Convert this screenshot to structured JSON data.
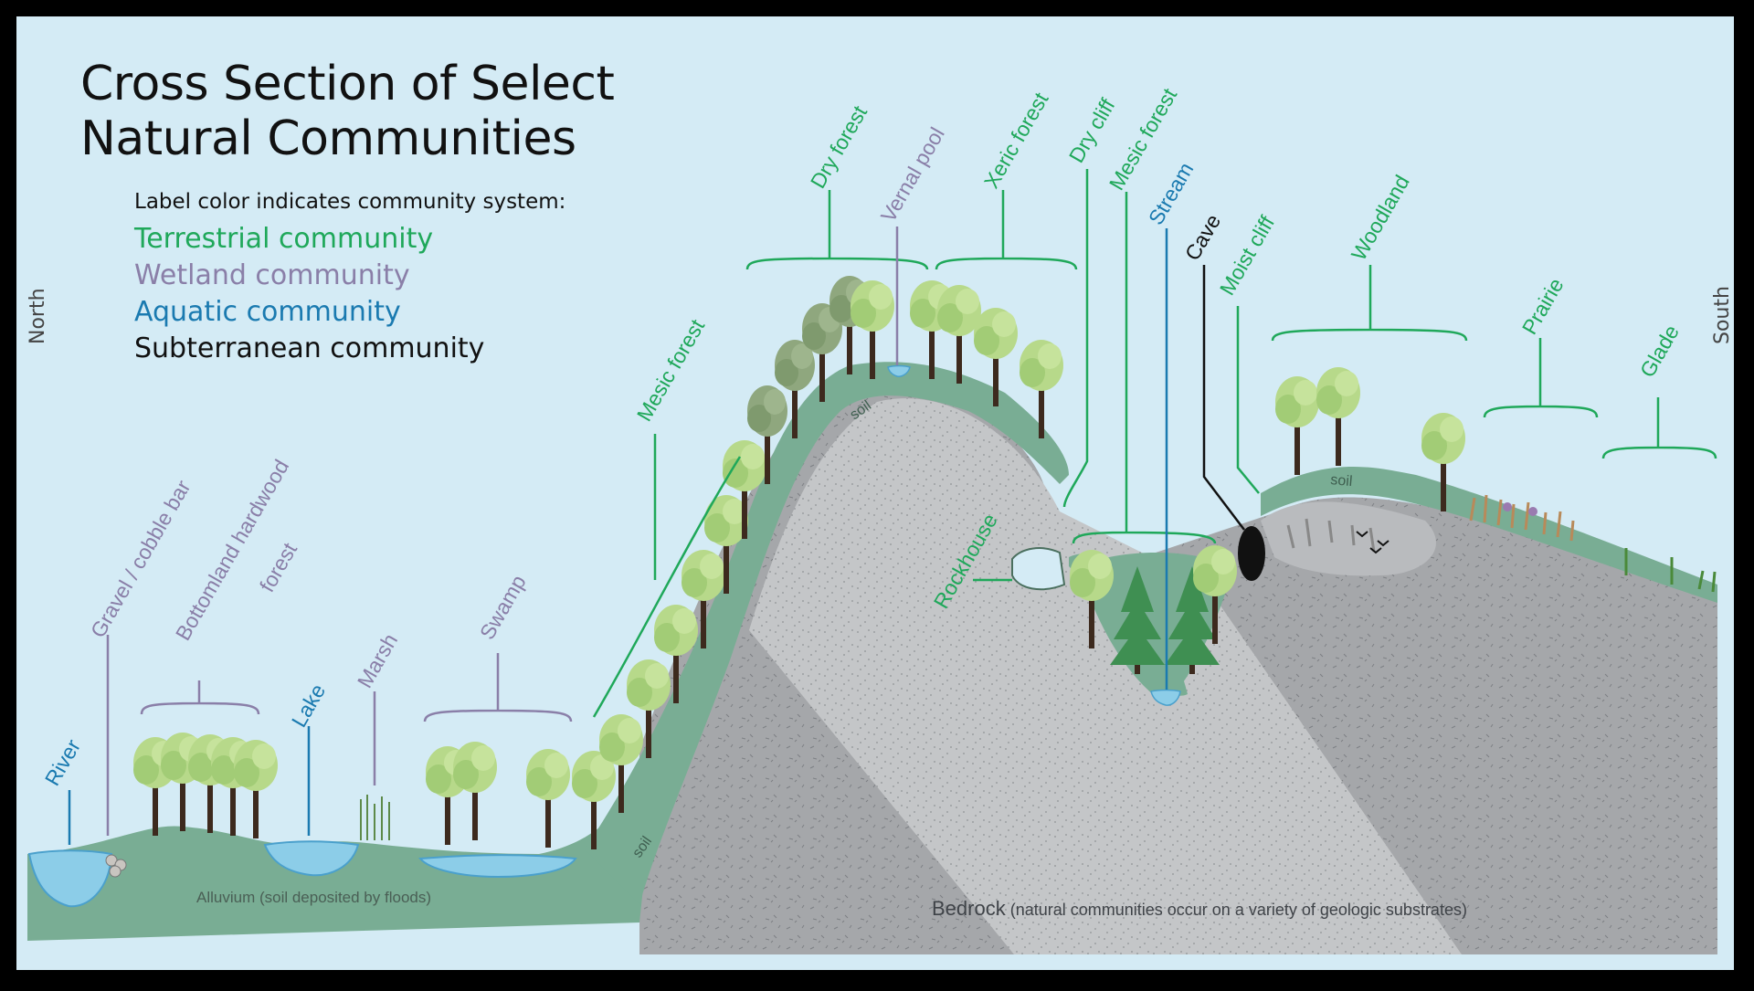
{
  "title": {
    "line1": "Cross Section of Select",
    "line2": "Natural Communities"
  },
  "legend": {
    "heading": "Label color indicates community system:",
    "items": [
      {
        "label": "Terrestrial community",
        "color": "#1fa85a"
      },
      {
        "label": "Wetland community",
        "color": "#8a7fa8"
      },
      {
        "label": "Aquatic community",
        "color": "#1a7ab0"
      },
      {
        "label": "Subterranean community",
        "color": "#111111"
      }
    ]
  },
  "directions": {
    "north": "North",
    "south": "South"
  },
  "communities": {
    "river": "River",
    "gravel_bar": "Gravel / cobble bar",
    "bottomland_line1": "Bottomland hardwood",
    "bottomland_line2": "forest",
    "lake": "Lake",
    "marsh": "Marsh",
    "swamp": "Swamp",
    "mesic_forest_left": "Mesic forest",
    "dry_forest": "Dry forest",
    "vernal_pool": "Vernal pool",
    "xeric_forest": "Xeric forest",
    "dry_cliff": "Dry cliff",
    "mesic_forest_right": "Mesic forest",
    "stream": "Stream",
    "cave": "Cave",
    "moist_cliff": "Moist cliff",
    "woodland": "Woodland",
    "prairie": "Prairie",
    "glade": "Glade",
    "rockhouse": "Rockhouse"
  },
  "substrate": {
    "soil_left": "soil",
    "soil_hill": "soil",
    "soil_right": "soil",
    "alluvium": "Alluvium (soil deposited by floods)",
    "bedrock_main": "Bedrock",
    "bedrock_note": " (natural communities occur on a variety of geologic substrates)"
  },
  "colors": {
    "sky": "#d4ebf5",
    "frame": "#000000",
    "terrestrial": "#1fa85a",
    "wetland": "#8a7fa8",
    "aquatic": "#1a7ab0",
    "subterranean": "#111111",
    "soil": "#79ad94",
    "bedrock_dark": "#a5a7aa",
    "bedrock_light": "#c3c5c7",
    "water": "#8ccde8"
  }
}
